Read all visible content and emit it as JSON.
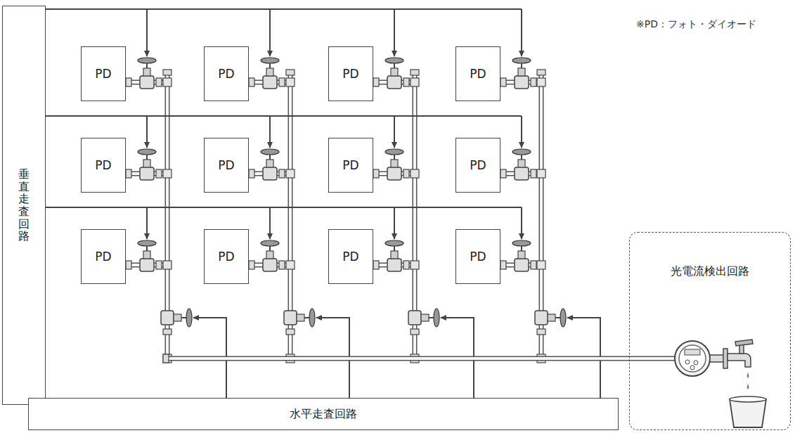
{
  "diagram": {
    "nodes": [
      {
        "text": [
          "垂直走査回路"
        ]
      },
      {
        "text": [
          "PD"
        ]
      },
      {
        "text": [
          "PD"
        ]
      },
      {
        "text": [
          "PD"
        ]
      },
      {
        "text": [
          "PD"
        ]
      },
      {
        "text": [
          "PD"
        ]
      },
      {
        "text": [
          "PD"
        ]
      },
      {
        "text": [
          "PD"
        ]
      },
      {
        "text": [
          "PD"
        ]
      },
      {
        "text": [
          "PD"
        ]
      },
      {
        "text": [
          "PD"
        ]
      },
      {
        "text": [
          "PD"
        ]
      },
      {
        "text": [
          "PD"
        ]
      },
      {
        "text": [
          "水平走査回路"
        ]
      },
      {
        "text": [
          "光電流検出回路"
        ]
      }
    ],
    "labels": [
      "※PD：フォト・ダイオード"
    ]
  }
}
